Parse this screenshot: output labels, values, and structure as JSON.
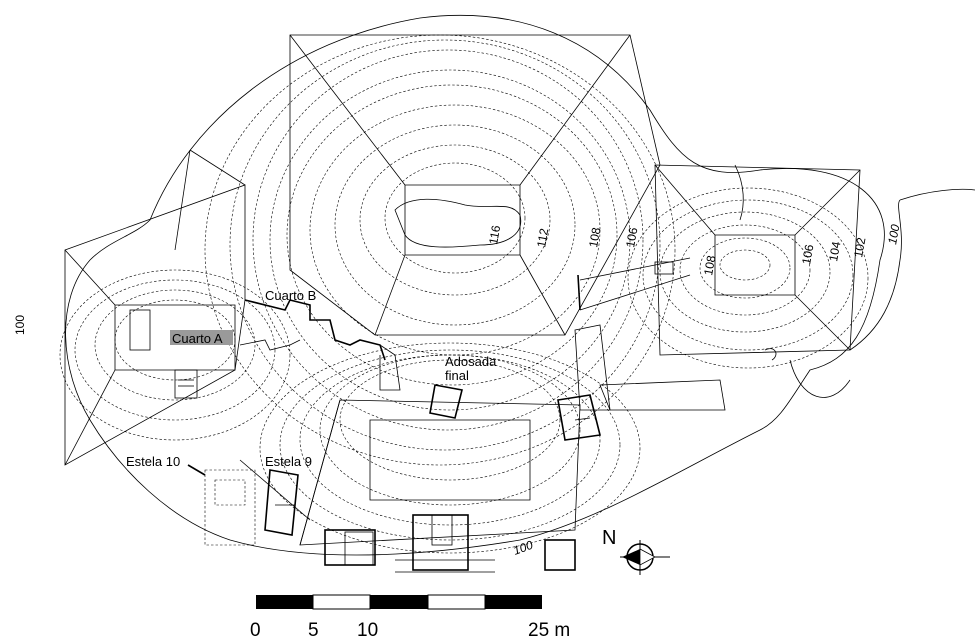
{
  "labels": {
    "cuarto_b": "Cuarto B",
    "cuarto_a": "Cuarto A",
    "adosada_line1": "Adosada",
    "adosada_line2": "final",
    "estela_10": "Estela 10",
    "estela_9": "Estela 9"
  },
  "elevations": {
    "e116": "116",
    "e112": "112",
    "e108_a": "108",
    "e106_a": "106",
    "e108_b": "108",
    "e106_b": "106",
    "e104": "104",
    "e102": "102",
    "e100_east": "100",
    "e100_west": "100",
    "e100_south": "100"
  },
  "north": {
    "label": "N"
  },
  "scale_bar": {
    "ticks": [
      "0",
      "5",
      "10",
      "25 m"
    ]
  },
  "colors": {
    "line": "#000000",
    "highlight": "#9a9a9a"
  }
}
